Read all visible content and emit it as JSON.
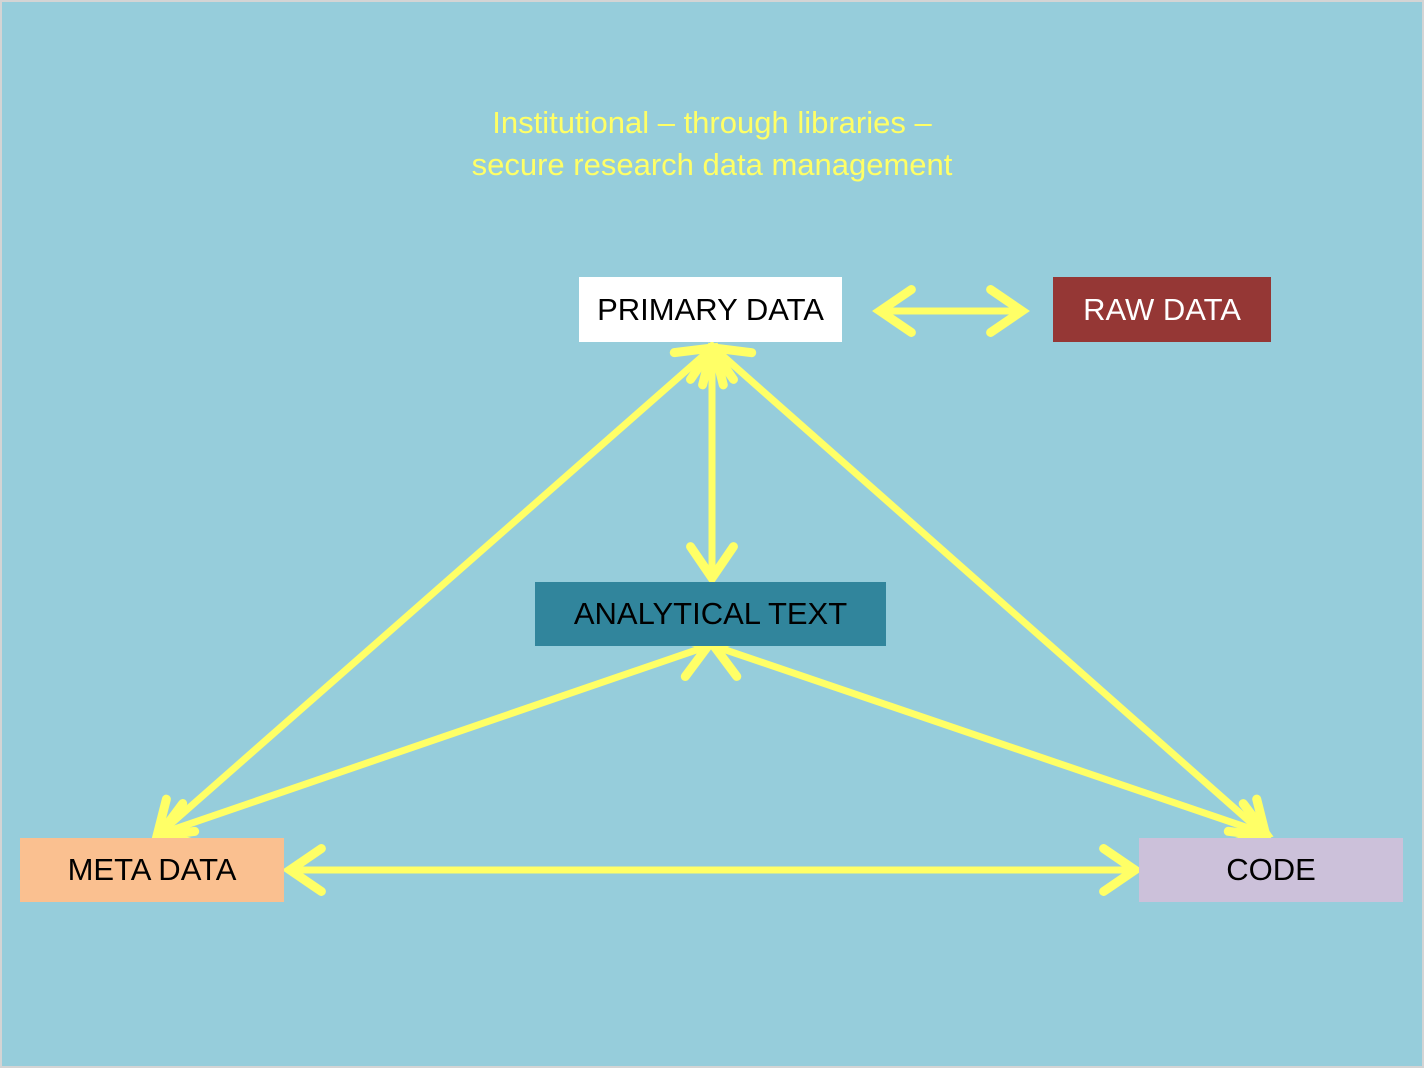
{
  "title": {
    "line1": "Institutional – through libraries –",
    "line2": "secure research data management"
  },
  "nodes": {
    "primary": {
      "label": "PRIMARY DATA",
      "color": "#ffffff"
    },
    "raw": {
      "label": "RAW DATA",
      "color": "#953735"
    },
    "analytical": {
      "label": "ANALYTICAL TEXT",
      "color": "#31859c"
    },
    "meta": {
      "label": "META DATA",
      "color": "#fac090"
    },
    "code": {
      "label": "CODE",
      "color": "#ccc1da"
    }
  },
  "colors": {
    "background": "#96cddb",
    "arrow": "#ffff66",
    "title": "#ffff66"
  },
  "connections": [
    {
      "from": "primary",
      "to": "raw",
      "direction": "both"
    },
    {
      "from": "primary",
      "to": "meta",
      "direction": "both"
    },
    {
      "from": "primary",
      "to": "analytical",
      "direction": "both"
    },
    {
      "from": "primary",
      "to": "code",
      "direction": "both"
    },
    {
      "from": "meta",
      "to": "analytical",
      "direction": "both"
    },
    {
      "from": "code",
      "to": "analytical",
      "direction": "both"
    },
    {
      "from": "meta",
      "to": "code",
      "direction": "both"
    }
  ]
}
